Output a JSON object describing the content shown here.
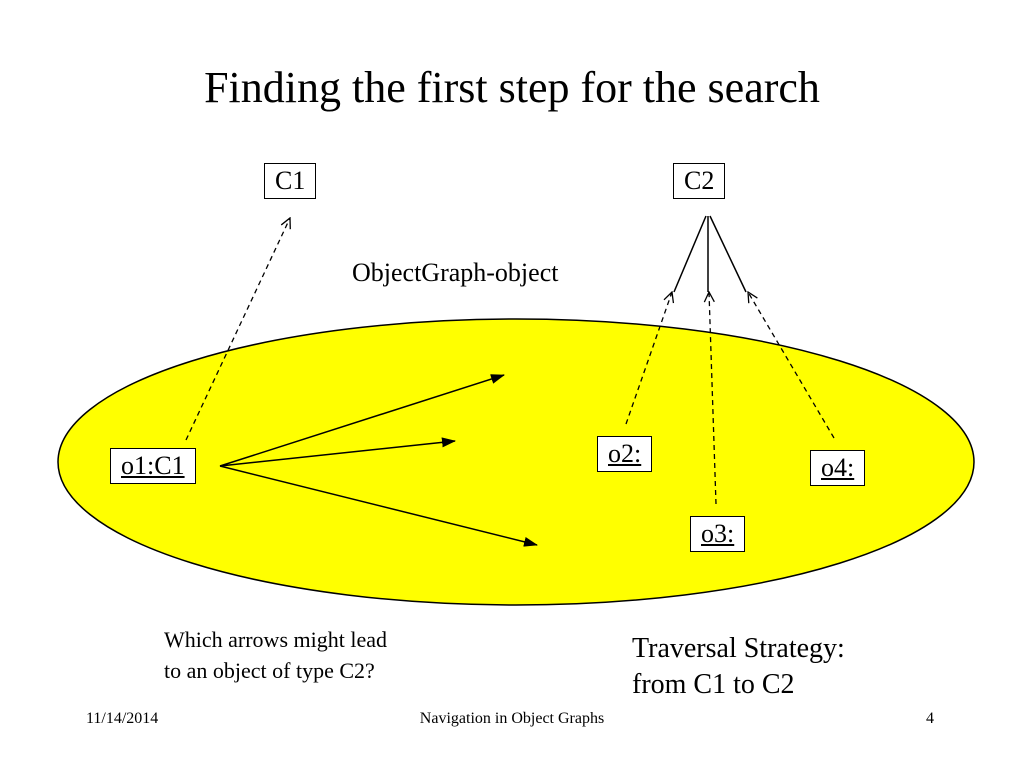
{
  "title": "Finding the first step for the search",
  "classes": {
    "c1": "C1",
    "c2": "C2"
  },
  "graph_label": "ObjectGraph-object",
  "objects": {
    "o1": "o1:C1",
    "o2": "o2:",
    "o3": "o3:",
    "o4": "o4:"
  },
  "question": [
    "Which arrows might lead",
    "to an object of type C2?"
  ],
  "strategy": [
    "Traversal Strategy:",
    "from C1 to C2"
  ],
  "footer": {
    "date": "11/14/2014",
    "title": "Navigation in Object Graphs",
    "page": "4"
  },
  "colors": {
    "ellipse_fill": "#ffff00",
    "line": "#000000"
  }
}
